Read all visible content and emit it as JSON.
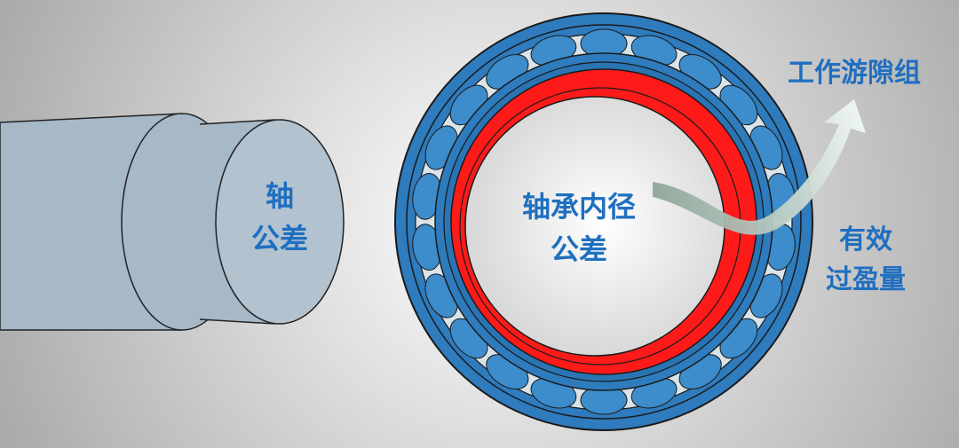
{
  "labels": {
    "shaft_line1": "轴",
    "shaft_line2": "公差",
    "bore_line1": "轴承内径",
    "bore_line2": "公差",
    "clearance": "工作游隙组",
    "interference_line1": "有效",
    "interference_line2": "过盈量"
  },
  "colors": {
    "background_center": "#ffffff",
    "background_edge": "#a8a8a8",
    "shaft": "#a7b8c6",
    "shaft_face": "#b2c2cf",
    "outer_ring": "#2e7bbd",
    "outer_ring_dark": "#1d5f99",
    "roller": "#3d8ccb",
    "inner_ring": "#ff1a1a",
    "label_text": "#1f6fc0",
    "arrow": "#cfe0d8"
  },
  "icons": {
    "arrow": "curved-arrow-icon"
  }
}
